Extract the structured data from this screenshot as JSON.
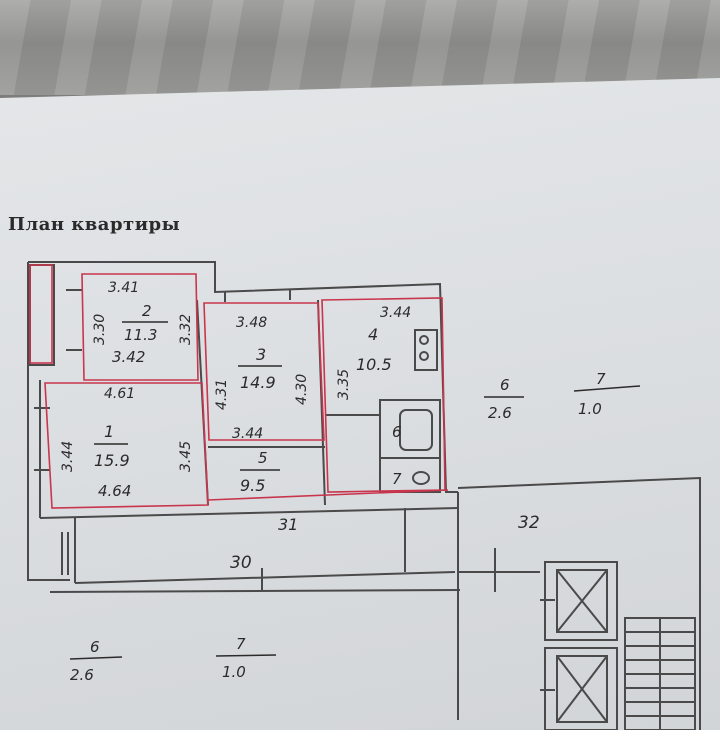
{
  "document": {
    "title": "План квартиры"
  },
  "rooms": [
    {
      "number": "1",
      "area": "15.9",
      "dims": [
        "3.44",
        "3.45",
        "4.64"
      ]
    },
    {
      "number": "2",
      "area": "11.3",
      "dims": [
        "3.41",
        "3.30",
        "3.32",
        "3.42"
      ]
    },
    {
      "number": "3",
      "area": "14.9",
      "dims": [
        "3.48",
        "4.31",
        "4.30",
        "3.44"
      ]
    },
    {
      "number": "4",
      "area": "10.5",
      "dims": [
        "3.44",
        "3.35"
      ]
    },
    {
      "number": "5",
      "area": "9.5"
    },
    {
      "number": "6"
    },
    {
      "number": "7"
    }
  ],
  "extra_dims": [
    "4.61"
  ],
  "corridors": [
    "30",
    "31",
    "32"
  ],
  "legend_right": [
    {
      "num": "6",
      "val": "2.6"
    },
    {
      "num": "7",
      "val": "1.0"
    }
  ],
  "legend_bottom": [
    {
      "num": "6",
      "val": "2.6"
    },
    {
      "num": "7",
      "val": "1.0"
    }
  ],
  "colors": {
    "paper": "#dfe1e3",
    "wall_ink": "#4a4a4a",
    "highlight": "#c8354d",
    "handwriting": "#2b2b2b"
  }
}
